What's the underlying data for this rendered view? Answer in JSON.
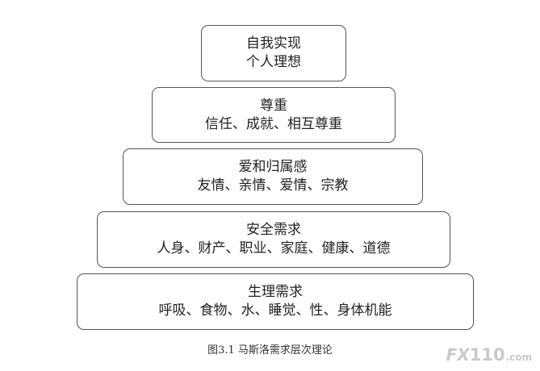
{
  "pyramid": {
    "levels": [
      {
        "title": "自我实现",
        "details": "个人理想"
      },
      {
        "title": "尊重",
        "details": "信任、成就、相互尊重"
      },
      {
        "title": "爱和归属感",
        "details": "友情、亲情、爱情、宗教"
      },
      {
        "title": "安全需求",
        "details": "人身、财产、职业、家庭、健康、道德"
      },
      {
        "title": "生理需求",
        "details": "呼吸、食物、水、睡觉、性、身体机能"
      }
    ]
  },
  "caption": "图3.1  马斯洛需求层次理论",
  "watermark": {
    "fx": "FX",
    "number": "110",
    "domain": ".com"
  }
}
